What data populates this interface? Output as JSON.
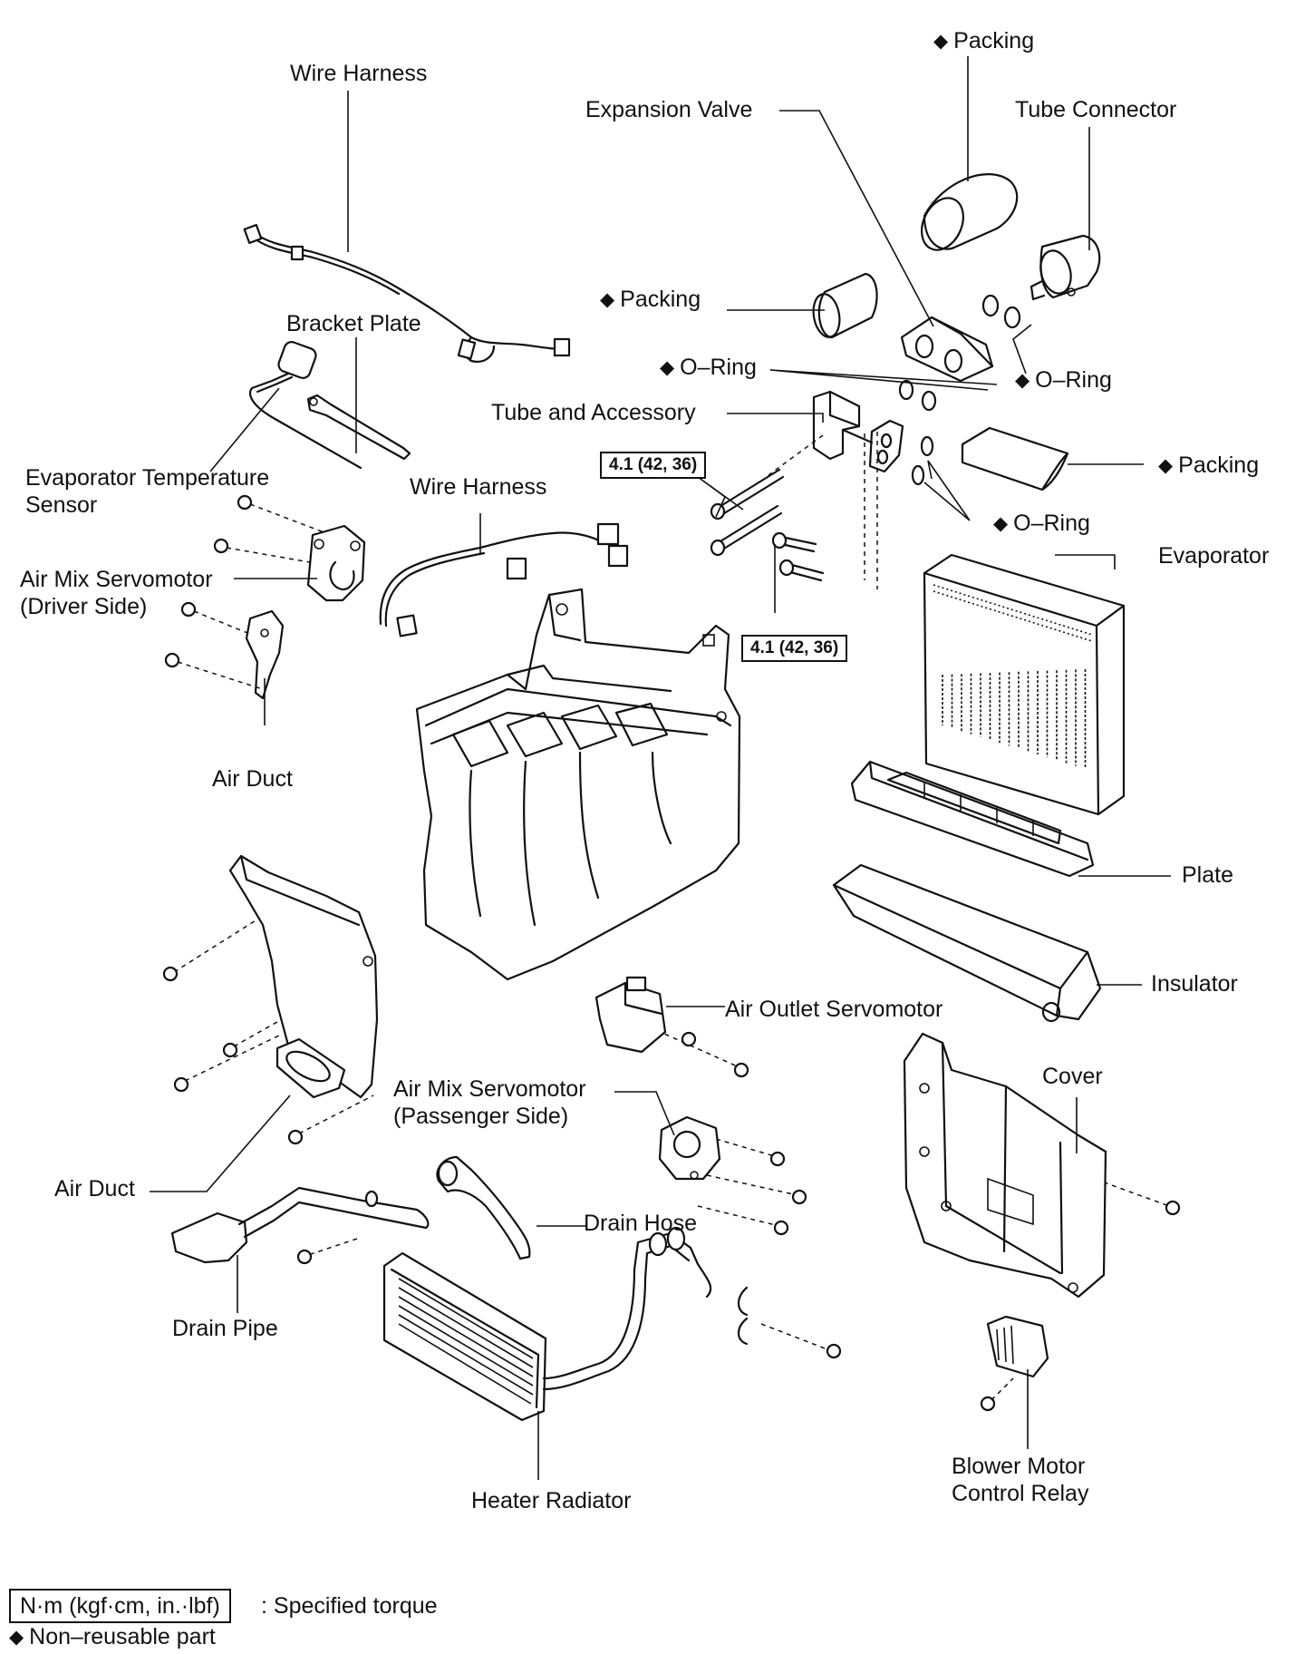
{
  "labels": {
    "wire_harness_top": "Wire Harness",
    "packing_top": "Packing",
    "expansion_valve": "Expansion Valve",
    "tube_connector": "Tube Connector",
    "packing_mid": "Packing",
    "bracket_plate": "Bracket Plate",
    "o_ring_1": "O–Ring",
    "o_ring_2": "O–Ring",
    "tube_and_accessory": "Tube and Accessory",
    "packing_right": "Packing",
    "evap_temp_sensor_line1": "Evaporator  Temperature",
    "evap_temp_sensor_line2": "Sensor",
    "wire_harness_mid": "Wire Harness",
    "o_ring_3": "O–Ring",
    "evaporator": "Evaporator",
    "air_mix_driver_line1": "Air Mix Servomotor",
    "air_mix_driver_line2": "(Driver Side)",
    "air_duct_upper": "Air Duct",
    "plate": "Plate",
    "insulator": "Insulator",
    "air_outlet_servomotor": "Air Outlet Servomotor",
    "cover": "Cover",
    "air_mix_passenger_line1": "Air Mix Servomotor",
    "air_mix_passenger_line2": "(Passenger Side)",
    "air_duct_lower": "Air Duct",
    "drain_hose": "Drain Hose",
    "drain_pipe": "Drain Pipe",
    "blower_relay_line1": "Blower Motor",
    "blower_relay_line2": "Control Relay",
    "heater_radiator": "Heater Radiator"
  },
  "torque": {
    "upper": "4.1 (42, 36)",
    "lower": "4.1 (42, 36)"
  },
  "legend": {
    "torque_box": "N·m (kgf·cm, in.·lbf)",
    "torque_desc": ": Specified torque",
    "nonreusable": "Non–reusable part"
  },
  "marker": "◆"
}
